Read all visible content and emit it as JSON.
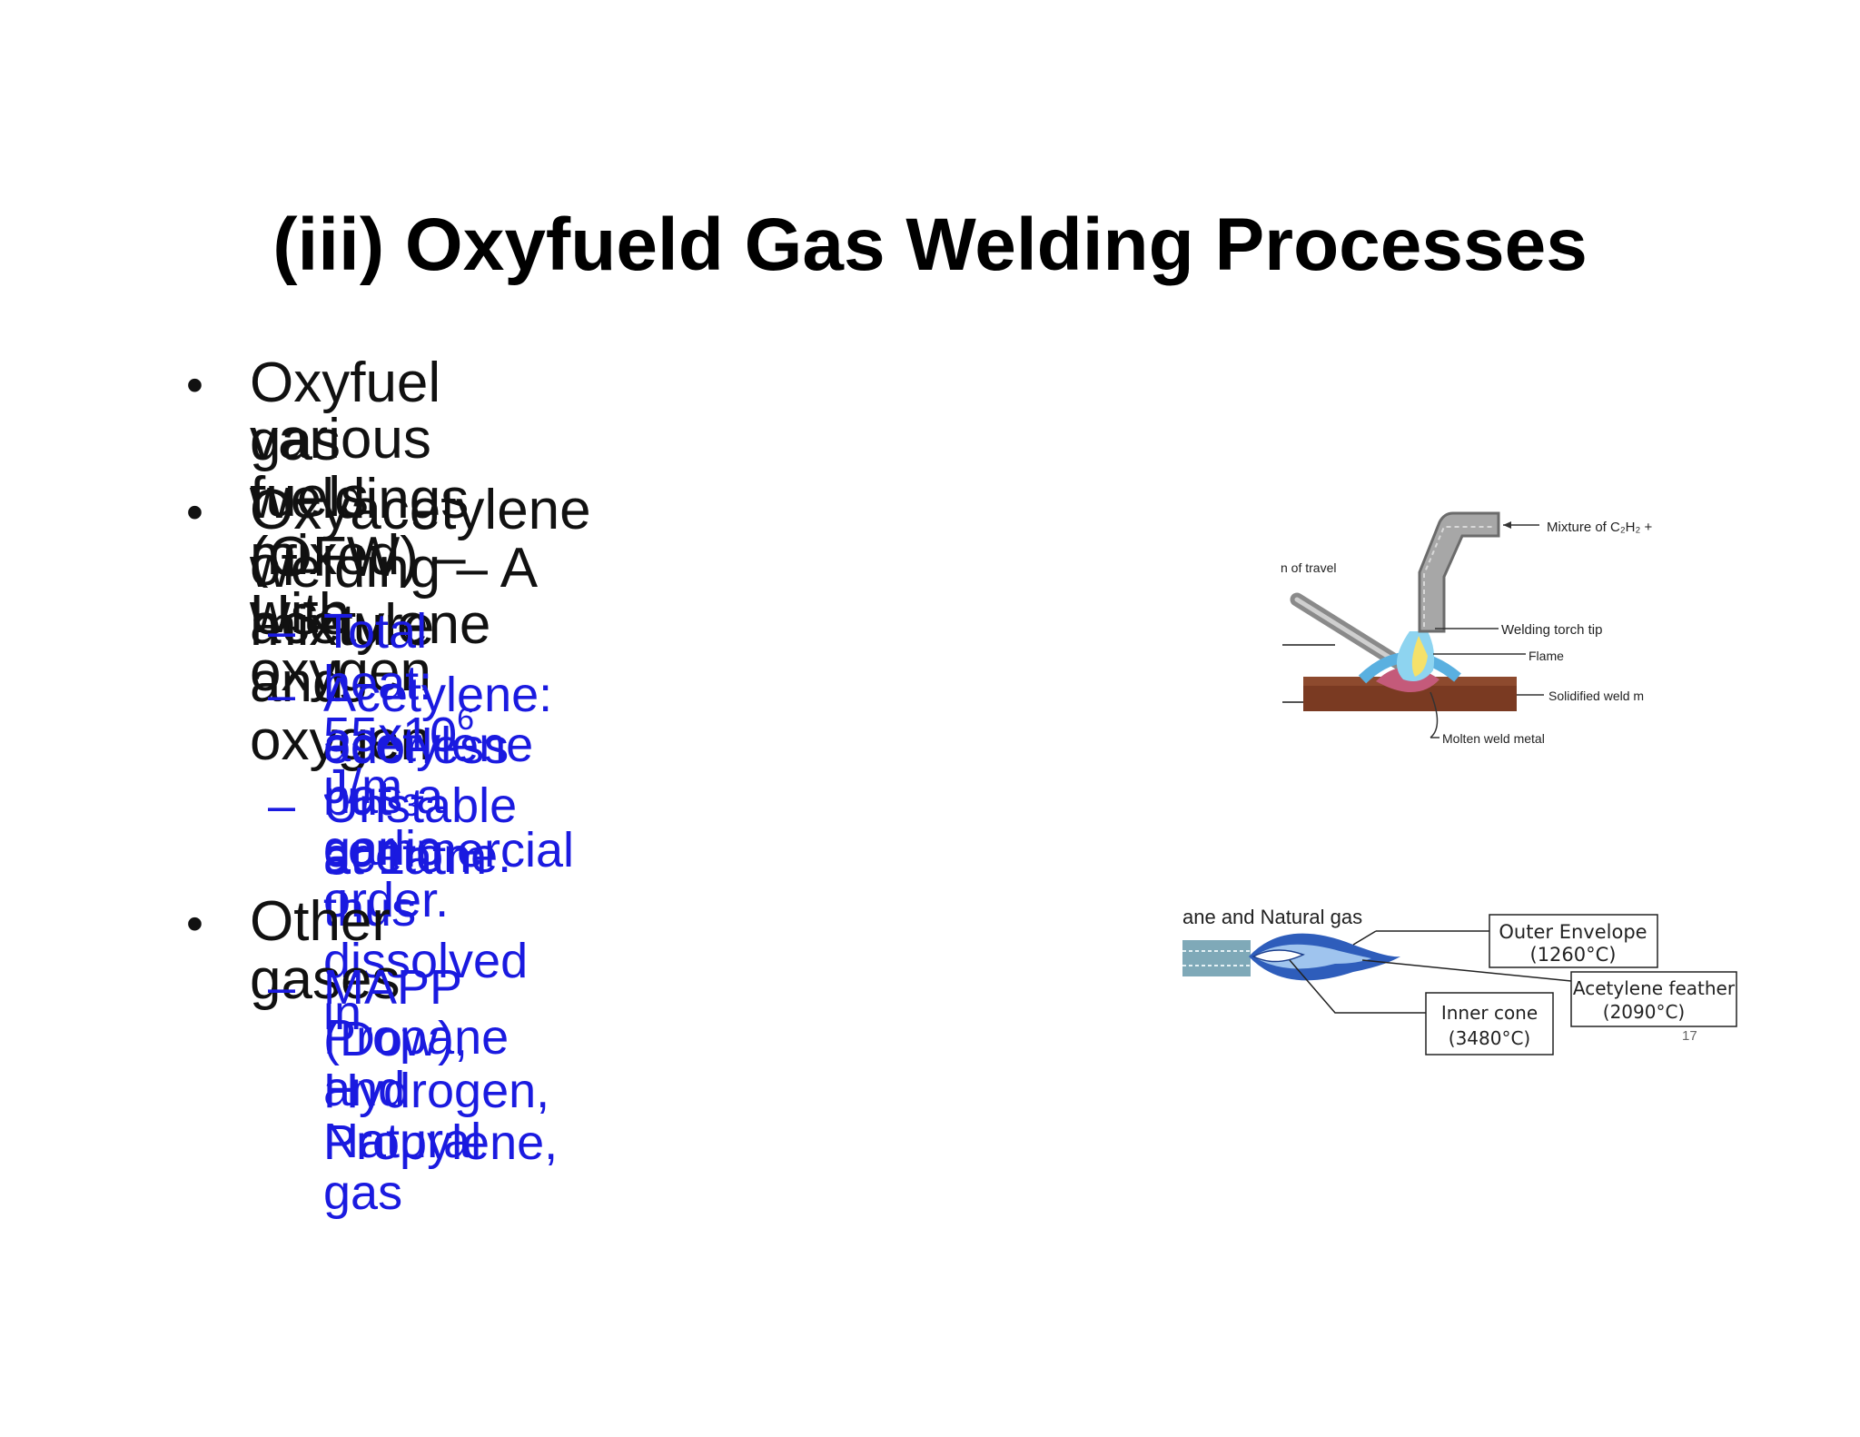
{
  "slide": {
    "title": "(iii) Oxyfueld Gas Welding Processes",
    "bullets": [
      {
        "lines": [
          "Oxyfuel gas weldings (OFW) – Use",
          "various fuels mixed with oxygen"
        ]
      },
      {
        "lines": [
          "Oxyacetylene welding – A mixture",
          "of acetylene and oxygen"
        ]
      },
      {
        "lines": [
          "Other gases"
        ]
      }
    ],
    "sub_bullets": {
      "heat": {
        "prefix": "Total heat: 55x10",
        "sup": "6",
        "mid": " J/m",
        "sub": "3"
      },
      "acetylene": [
        "Acetylene: odorless but commercial",
        "acetylene has a garlic order."
      ],
      "unstable": [
        "Unstable at 1atm thus dissolved in",
        "acetone."
      ],
      "gases": [
        "MAPP (Dow), Hydrogen, Propylene,",
        "Propane and Natural gas"
      ]
    },
    "bullet_char": "•",
    "dash_char": "–",
    "page_number": "17"
  },
  "torch_figure": {
    "label_mixture": "Mixture of C₂H₂ +",
    "label_travel": "n of travel",
    "label_tip": "Welding torch tip",
    "label_flame": "Flame",
    "label_solidified": "Solidified weld m",
    "label_molten": "Molten weld metal"
  },
  "flame_figure": {
    "caption": "ane and Natural gas",
    "outer_envelope": [
      "Outer Envelope",
      "(1260°C)"
    ],
    "acetylene_feather": [
      "Acetylene feather",
      "(2090°C)"
    ],
    "inner_cone": [
      "Inner cone",
      "(3480°C)"
    ]
  },
  "colors": {
    "body_text": "#111111",
    "sub_text": "#1a1ae0",
    "title": "#000000"
  }
}
